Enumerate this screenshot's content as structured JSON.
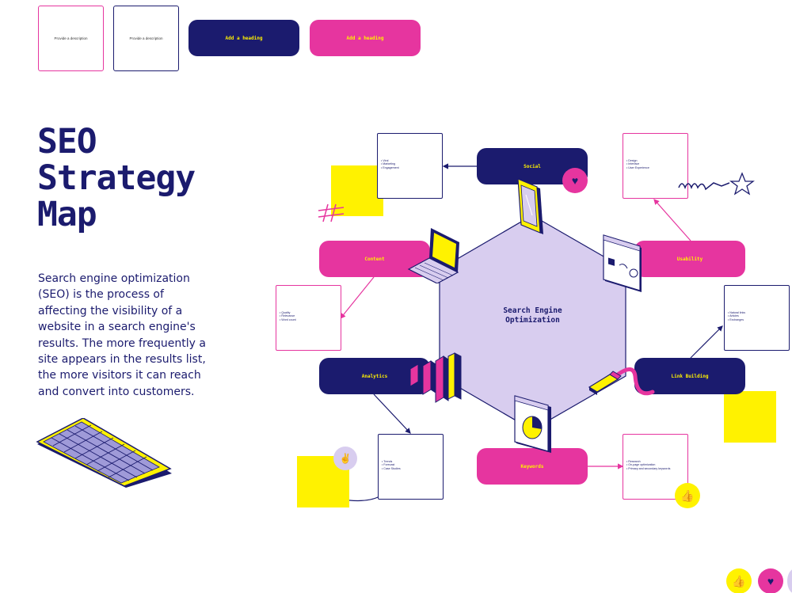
{
  "legend": {
    "description_1": "Provide a description",
    "description_2": "Provide a description",
    "heading_1": "Add a heading",
    "heading_2": "Add a heading"
  },
  "title": "SEO Strategy Map",
  "description": "Search engine optimization (SEO) is the process of affecting the visibility of a website in a search engine's results. The more frequently a site appears in the results list, the more visitors it can reach and convert into customers.",
  "center": "Search Engine Optimization",
  "nodes": {
    "social": {
      "label": "Social",
      "items": [
        "Viral",
        "Marketing",
        "Engagement"
      ]
    },
    "usability": {
      "label": "Usability",
      "items": [
        "Design",
        "Interface",
        "User Experience"
      ]
    },
    "content": {
      "label": "Content",
      "items": [
        "Quality",
        "Relevance",
        "Word count"
      ]
    },
    "link_building": {
      "label": "Link Building",
      "items": [
        "Natural links",
        "Articles",
        "Exchanges"
      ]
    },
    "analytics": {
      "label": "Analytics",
      "items": [
        "Trends",
        "Forecast",
        "Case Studies"
      ]
    },
    "keywords": {
      "label": "Keywords",
      "items": [
        "Research",
        "On-page optimization",
        "Primary and secondary keywords"
      ]
    }
  },
  "colors": {
    "navy": "#1b1b6e",
    "pink": "#e6359f",
    "yellow": "#fff200",
    "lavender": "#d8cdef"
  },
  "icons": [
    "heart-badge-icon",
    "thumbs-up-badge-icon",
    "hands-badge-icon",
    "keyboard-icon",
    "laptop-icon",
    "phone-icon",
    "browser-window-icon",
    "usb-cable-icon",
    "bar-chart-icon",
    "pie-chart-window-icon",
    "scribble-star-icon",
    "hashtag-icon"
  ]
}
